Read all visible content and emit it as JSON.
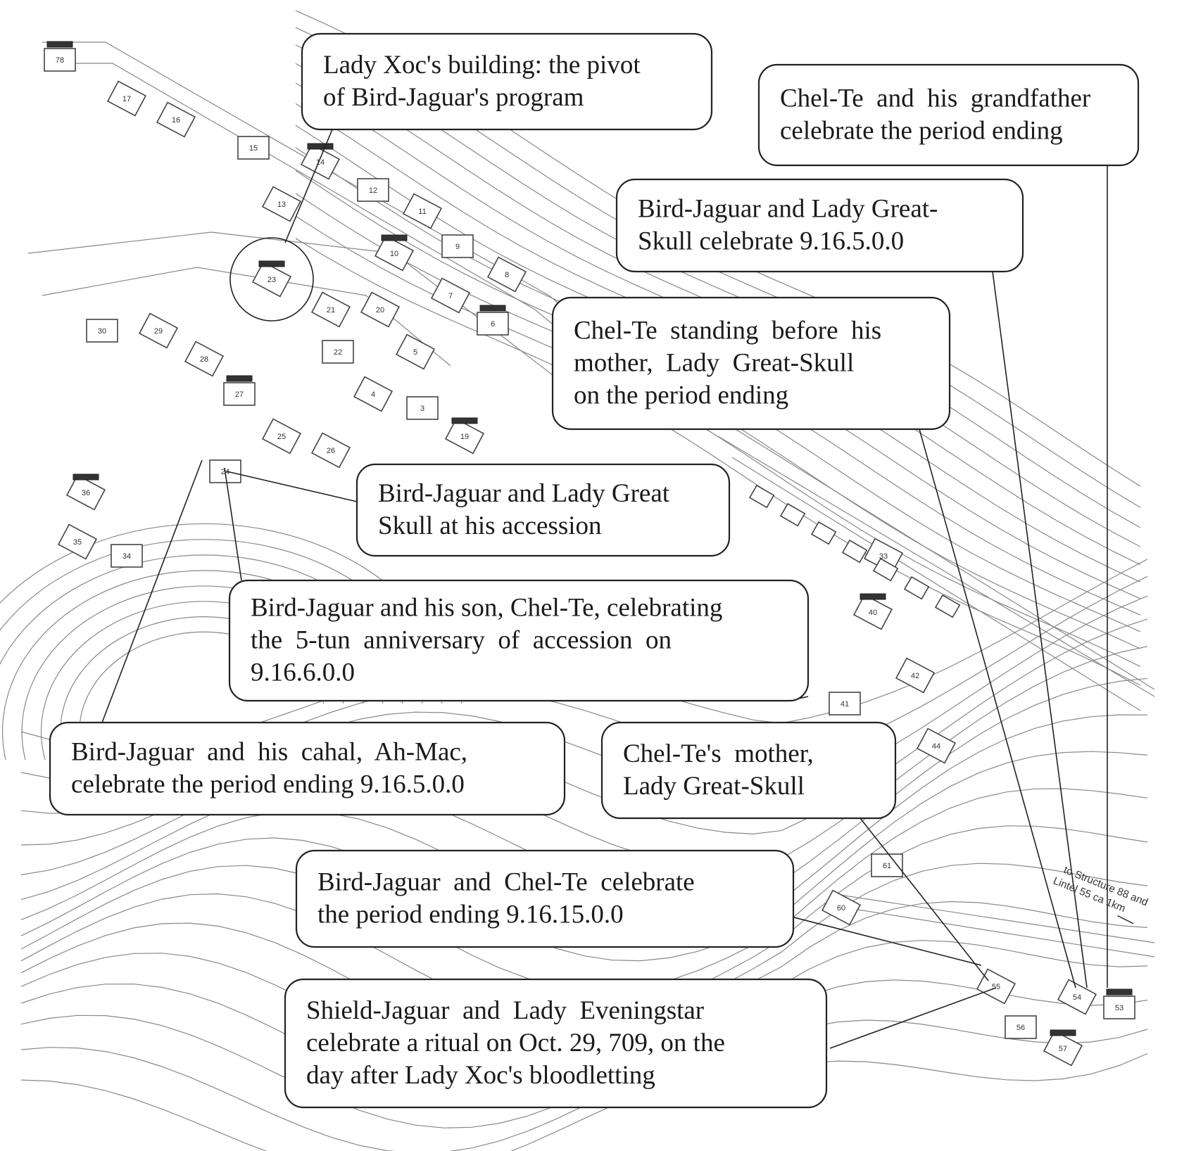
{
  "callouts": [
    {
      "id": "lady-xoc-building",
      "lines": [
        "Lady Xoc's building: the pivot",
        "of Bird-Jaguar's program"
      ]
    },
    {
      "id": "chel-te-grandfather",
      "lines": [
        "Chel-Te  and  his  grandfather",
        "celebrate the period ending"
      ]
    },
    {
      "id": "bird-jaguar-great-skull-9-16-5",
      "lines": [
        "Bird-Jaguar and Lady Great-",
        "Skull celebrate 9.16.5.0.0"
      ]
    },
    {
      "id": "chel-te-standing",
      "lines": [
        "Chel-Te  standing  before  his",
        "mother,  Lady  Great-Skull",
        "on the period ending"
      ]
    },
    {
      "id": "accession",
      "lines": [
        "Bird-Jaguar and Lady Great",
        "Skull at his accession"
      ]
    },
    {
      "id": "five-tun",
      "lines": [
        "Bird-Jaguar and his son, Chel-Te, celebrating",
        "the  5-tun  anniversary  of  accession  on",
        "9.16.6.0.0"
      ]
    },
    {
      "id": "cahal",
      "lines": [
        "Bird-Jaguar  and  his  cahal,  Ah-Mac,",
        "celebrate the period ending 9.16.5.0.0"
      ]
    },
    {
      "id": "chel-te-mother",
      "lines": [
        "Chel-Te's  mother,",
        "Lady Great-Skull"
      ]
    },
    {
      "id": "period-9-16-15",
      "lines": [
        "Bird-Jaguar  and  Chel-Te  celebrate",
        "the period ending 9.16.15.0.0"
      ]
    },
    {
      "id": "shield-jaguar",
      "lines": [
        "Shield-Jaguar  and  Lady  Eveningstar",
        "celebrate a ritual on Oct. 29, 709, on the",
        "day after Lady Xoc's bloodletting"
      ]
    }
  ],
  "map": {
    "direction_note": [
      "to Structure 88 and",
      "Lintel 55 ca 1km"
    ],
    "structure_labels": [
      "78",
      "17",
      "16",
      "15",
      "14",
      "13",
      "12",
      "11",
      "10",
      "9",
      "8",
      "7",
      "6",
      "5",
      "4",
      "3",
      "23",
      "21",
      "22",
      "20",
      "19",
      "30",
      "29",
      "28",
      "27",
      "26",
      "25",
      "24",
      "36",
      "35",
      "34",
      "33",
      "40",
      "41",
      "42",
      "44",
      "53",
      "54",
      "55",
      "56",
      "57",
      "60",
      "61"
    ]
  }
}
